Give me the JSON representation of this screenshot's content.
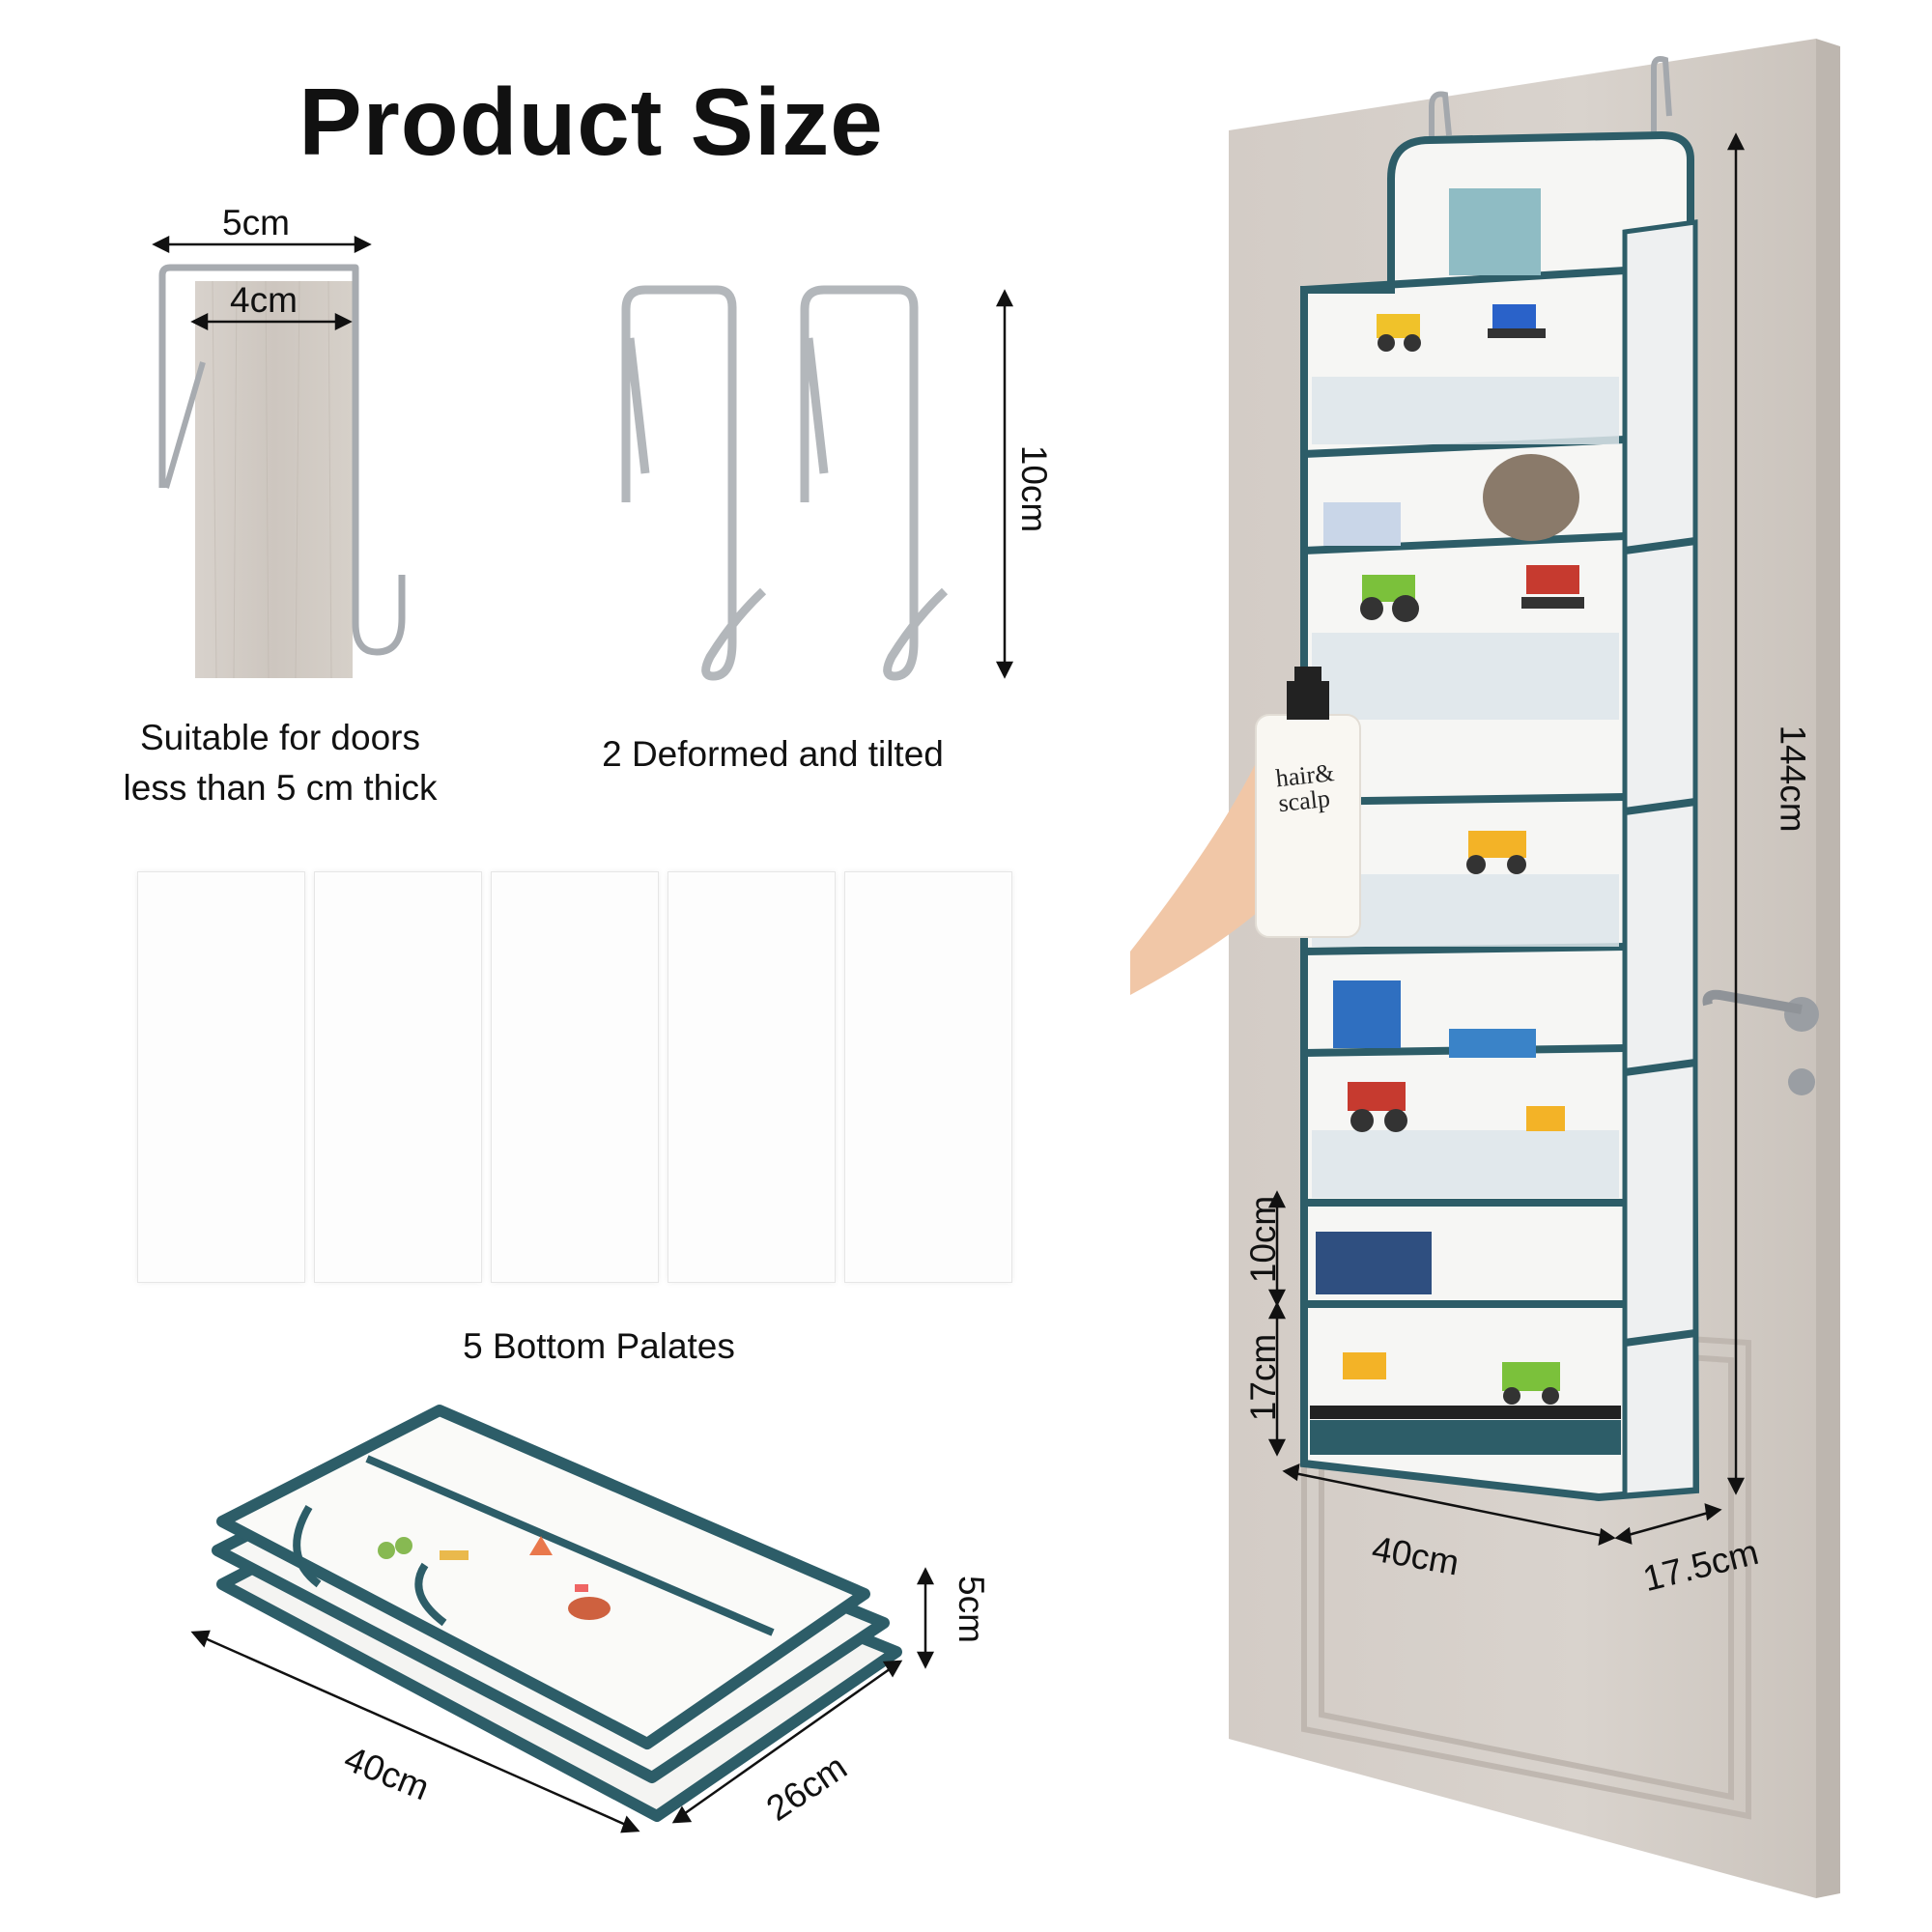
{
  "title": "Product Size",
  "hook_single": {
    "outer_width_label": "5cm",
    "inner_width_label": "4cm",
    "caption_line1": "Suitable for doors",
    "caption_line2": "less than 5 cm thick"
  },
  "hook_pair": {
    "height_label": "10cm",
    "caption": "2 Deformed and tilted"
  },
  "palates": {
    "count": 5,
    "caption": "5 Bottom Palates"
  },
  "folded": {
    "length_label": "40cm",
    "width_label": "26cm",
    "thickness_label": "5cm"
  },
  "organizer": {
    "height_label": "144cm",
    "width_label": "40cm",
    "depth_label": "17.5cm",
    "small_pocket_label": "10cm",
    "large_pocket_label": "17cm"
  },
  "bottle": {
    "brand_line1": "hair&",
    "brand_line2": "scalp"
  },
  "colors": {
    "trim": "#2d5d68",
    "door": "#cfc8c2",
    "hook": "#b9bcc0"
  }
}
